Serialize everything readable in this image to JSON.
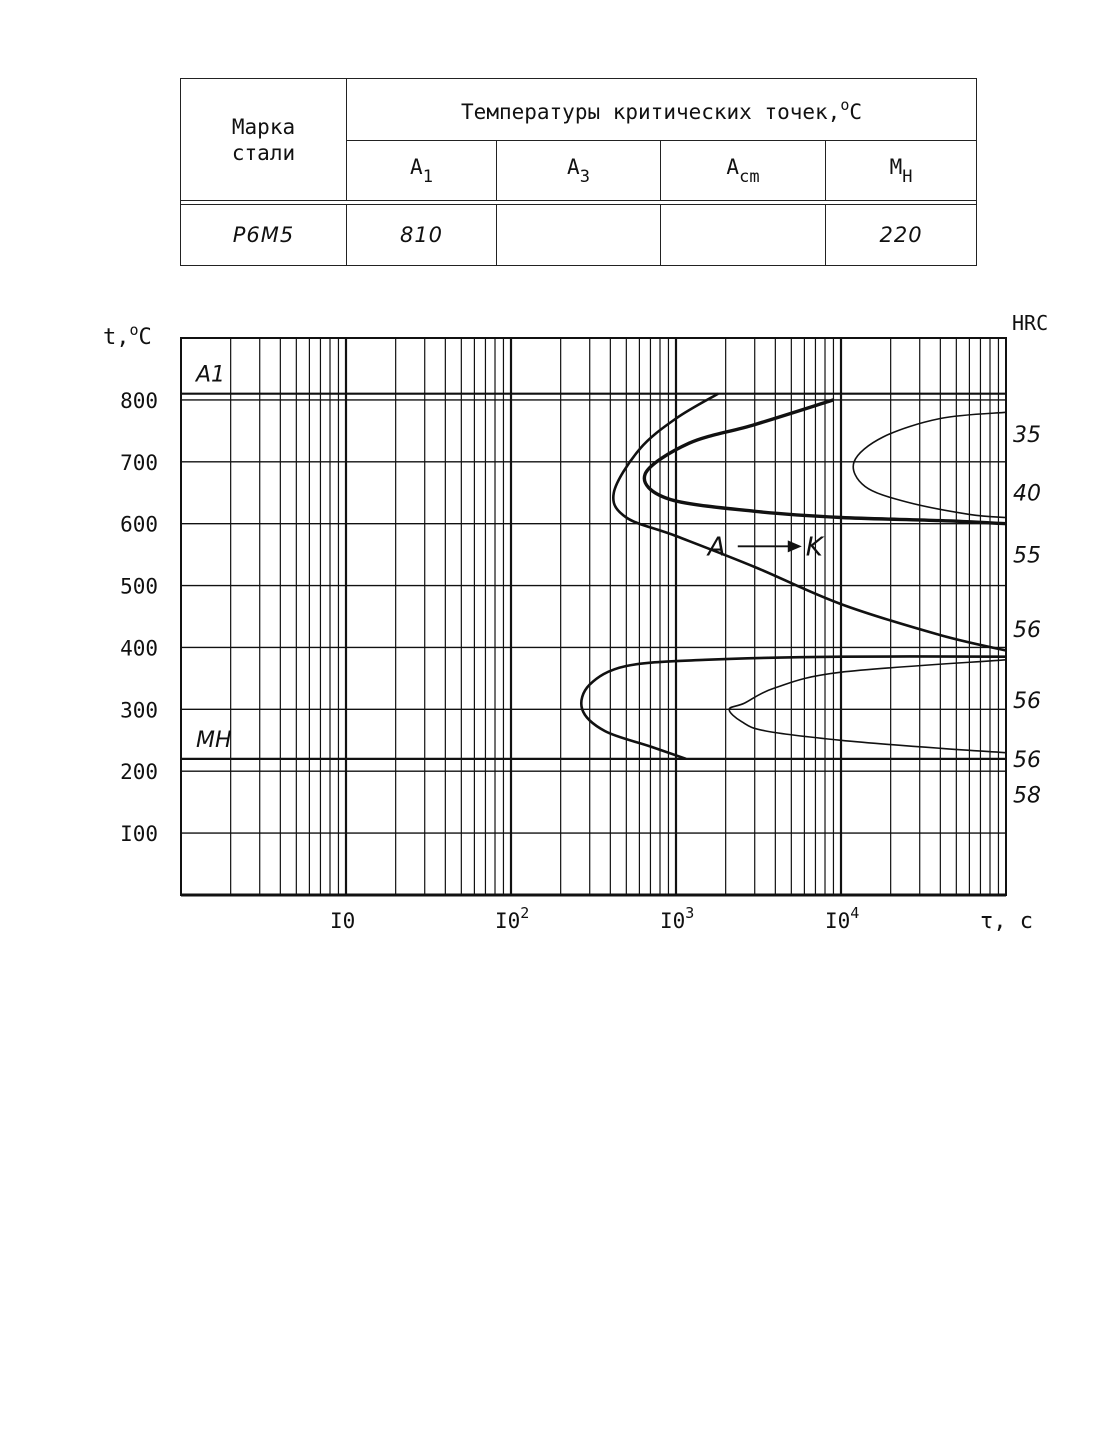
{
  "table": {
    "brand_header": [
      "Марка",
      "стали"
    ],
    "group_header": "Температуры критических точек,",
    "group_unit_sup": "о",
    "group_unit": "С",
    "columns": [
      {
        "base": "А",
        "sub": "1"
      },
      {
        "base": "А",
        "sub": "3"
      },
      {
        "base": "А",
        "sub": "cm"
      },
      {
        "base": "М",
        "sub": "Н"
      }
    ],
    "row": {
      "brand": "Р6М5",
      "A1": "810",
      "A3": "",
      "Acm": "",
      "Mn": "220"
    }
  },
  "chart_data": {
    "type": "line",
    "ylabel": {
      "base": "t,",
      "sup": "о",
      "unit": "С"
    },
    "y2label": "HRC",
    "xlabel": "τ, с",
    "xscale": "log",
    "xlim": [
      1,
      100000
    ],
    "ylim": [
      0,
      900
    ],
    "yticks": [
      100,
      200,
      300,
      400,
      500,
      600,
      700,
      800
    ],
    "ytick_labels": [
      "I00",
      "200",
      "300",
      "400",
      "500",
      "600",
      "700",
      "800"
    ],
    "xticks": [
      {
        "x": 10,
        "base": "I0",
        "sup": ""
      },
      {
        "x": 100,
        "base": "I0",
        "sup": "2"
      },
      {
        "x": 1000,
        "base": "I0",
        "sup": "3"
      },
      {
        "x": 10000,
        "base": "I0",
        "sup": "4"
      }
    ],
    "grid": true,
    "reference_lines": [
      {
        "label": "A1",
        "y": 810
      },
      {
        "label": "MH",
        "y": 220
      }
    ],
    "hrc_labels": [
      {
        "text": "35",
        "y": 745
      },
      {
        "text": "40",
        "y": 650
      },
      {
        "text": "55",
        "y": 550
      },
      {
        "text": "56",
        "y": 430
      },
      {
        "text": "56",
        "y": 315
      },
      {
        "text": "56",
        "y": 220
      },
      {
        "text": "58",
        "y": 162
      }
    ],
    "annotation": {
      "text_left": "A",
      "text_right": "K",
      "x": 3500,
      "y": 565
    },
    "curves": [
      {
        "weight": "medium",
        "points": [
          [
            1800,
            810
          ],
          [
            1000,
            770
          ],
          [
            600,
            720
          ],
          [
            420,
            650
          ],
          [
            500,
            610
          ],
          [
            1000,
            580
          ],
          [
            3000,
            530
          ],
          [
            10000,
            470
          ],
          [
            40000,
            420
          ],
          [
            100000,
            395
          ]
        ]
      },
      {
        "weight": "thick",
        "points": [
          [
            9000,
            800
          ],
          [
            3000,
            760
          ],
          [
            1200,
            730
          ],
          [
            650,
            680
          ],
          [
            900,
            640
          ],
          [
            3000,
            620
          ],
          [
            10000,
            610
          ],
          [
            40000,
            605
          ],
          [
            100000,
            600
          ]
        ]
      },
      {
        "weight": "thin",
        "points": [
          [
            100000,
            780
          ],
          [
            40000,
            770
          ],
          [
            18000,
            740
          ],
          [
            12000,
            700
          ],
          [
            14000,
            660
          ],
          [
            25000,
            635
          ],
          [
            60000,
            615
          ],
          [
            100000,
            610
          ]
        ]
      },
      {
        "weight": "medium",
        "points": [
          [
            100000,
            385
          ],
          [
            10000,
            385
          ],
          [
            1500,
            380
          ],
          [
            500,
            370
          ],
          [
            300,
            340
          ],
          [
            270,
            300
          ],
          [
            370,
            265
          ],
          [
            700,
            240
          ],
          [
            1150,
            220
          ]
        ]
      },
      {
        "weight": "thin",
        "points": [
          [
            100000,
            380
          ],
          [
            10000,
            360
          ],
          [
            4000,
            335
          ],
          [
            2600,
            310
          ],
          [
            2100,
            300
          ],
          [
            2500,
            280
          ],
          [
            3500,
            265
          ],
          [
            10000,
            250
          ],
          [
            40000,
            237
          ],
          [
            100000,
            230
          ]
        ]
      }
    ]
  }
}
